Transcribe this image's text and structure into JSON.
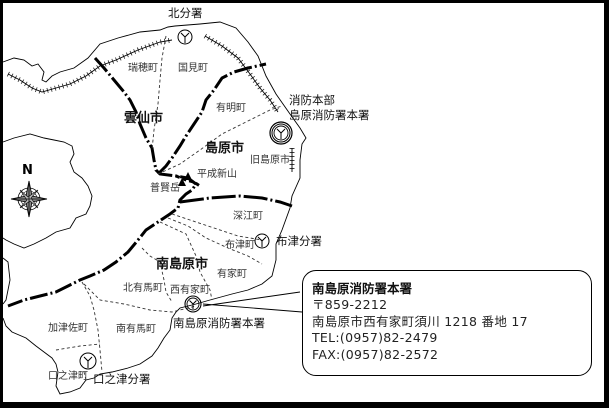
{
  "map": {
    "compass": {
      "north_label": "N"
    },
    "cities": [
      {
        "id": "unzen",
        "label": "雲仙市"
      },
      {
        "id": "shimabara",
        "label": "島原市"
      },
      {
        "id": "minamishimabara",
        "label": "南島原市"
      }
    ],
    "towns": [
      {
        "id": "mizuho",
        "label": "瑞穂町"
      },
      {
        "id": "kunimi",
        "label": "国見町"
      },
      {
        "id": "ariake",
        "label": "有明町"
      },
      {
        "id": "old_shimabara",
        "label": "旧島原市"
      },
      {
        "id": "fukae",
        "label": "深江町"
      },
      {
        "id": "futsu",
        "label": "布津町"
      },
      {
        "id": "arie",
        "label": "有家町"
      },
      {
        "id": "kitaarima",
        "label": "北有馬町"
      },
      {
        "id": "nishiarie",
        "label": "西有家町"
      },
      {
        "id": "minamiarima",
        "label": "南有馬町"
      },
      {
        "id": "kazusa",
        "label": "加津佐町"
      },
      {
        "id": "kuchinotsu",
        "label": "口之津町"
      }
    ],
    "mountains": [
      {
        "id": "heisei_shinzan",
        "label": "平成新山"
      },
      {
        "id": "fugendake",
        "label": "普賢岳"
      }
    ],
    "stations": [
      {
        "id": "kita",
        "label": "北分署",
        "type": "branch"
      },
      {
        "id": "hq",
        "label_line1": "消防本部",
        "label_line2": "島原消防署本署",
        "type": "headquarters"
      },
      {
        "id": "futsu",
        "label": "布津分署",
        "type": "branch"
      },
      {
        "id": "minamishimabara",
        "label": "南島原消防署本署",
        "type": "main"
      },
      {
        "id": "kuchinotsu",
        "label": "口之津分署",
        "type": "branch"
      }
    ]
  },
  "callout": {
    "title": "南島原消防署本署",
    "postal": "〒859-2212",
    "address": "南島原市西有家町須川 1218 番地 17",
    "tel": "TEL:(0957)82-2479",
    "fax": "FAX:(0957)82-2572"
  },
  "colors": {
    "line": "#000000",
    "background": "#ffffff",
    "compass_fill": "#888888"
  }
}
